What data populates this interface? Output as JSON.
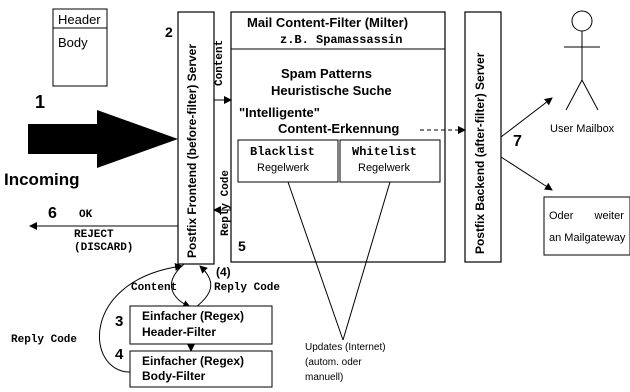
{
  "doc_box": {
    "header": "Header",
    "body": "Body"
  },
  "incoming": {
    "number": "1",
    "label": "Incoming"
  },
  "frontend": {
    "number": "2",
    "label": "Postfix Frontend (before-filter) Server"
  },
  "content_label": "Content",
  "reply_code_label": "Reply Code",
  "milter": {
    "title": "Mail Content-Filter (Milter)",
    "subtitle": "z.B. Spamassassin",
    "line1": "Spam Patterns",
    "line2": "Heuristische Suche",
    "line3": "\"Intelligente\"",
    "line4": "Content-Erkennung",
    "number": "5",
    "blacklist": {
      "title": "Blacklist",
      "sub": "Regelwerk"
    },
    "whitelist": {
      "title": "Whitelist",
      "sub": "Regelwerk"
    }
  },
  "backend": {
    "label": "Postfix Backend (after-filter) Server",
    "number": "7"
  },
  "user_mailbox": "User Mailbox",
  "gateway": {
    "line1": "Oder weiter",
    "line2": "an Mailgateway"
  },
  "response": {
    "number": "6",
    "ok": "OK",
    "reject": "REJECT",
    "discard": "(DISCARD)"
  },
  "bottom_flow": {
    "content": "Content",
    "reply_code": "Reply Code",
    "marker": "(4)"
  },
  "header_filter": {
    "number": "3",
    "line1": "Einfacher (Regex)",
    "line2": "Header-Filter"
  },
  "body_filter": {
    "number": "4",
    "line1": "Einfacher (Regex)",
    "line2": "Body-Filter"
  },
  "left_reply_code": "Reply Code",
  "updates": {
    "line1": "Updates (Internet)",
    "line2": "(autom. oder",
    "line3": "manuell)"
  }
}
